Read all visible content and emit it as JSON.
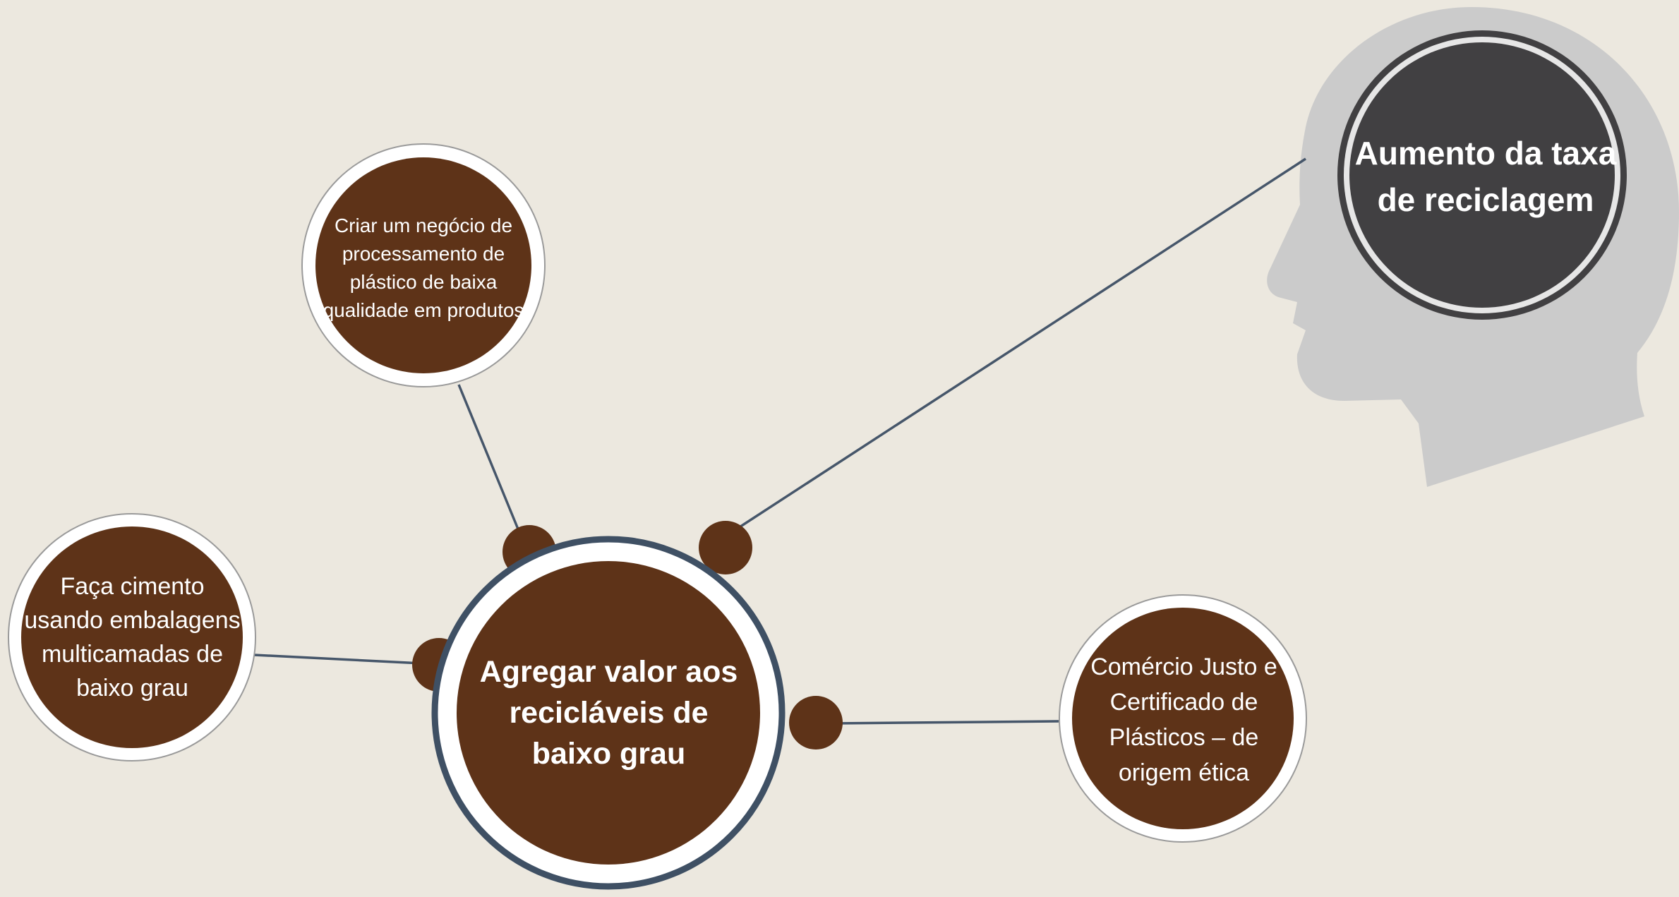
{
  "colors": {
    "background": "#ece8df",
    "node_fill": "#5e3318",
    "node_ring": "#ffffff",
    "node_outline": "#9a9a9a",
    "center_outline": "#3f5064",
    "connector": "#46566a",
    "head": "#cbcbcb",
    "goal_fill": "#414042"
  },
  "icons": {
    "head": "head-silhouette-icon"
  },
  "goal": {
    "label": "Aumento da taxa de reciclagem"
  },
  "center": {
    "label": "Agregar valor aos recicláveis de baixo grau"
  },
  "nodes": {
    "criar": "Criar um negócio de processamento de plástico de baixa qualidade em produtos",
    "faca": "Faça cimento usando embalagens multicamadas de baixo grau",
    "comercio": "Comércio Justo e Certificado de Plásticos – de origem ética"
  }
}
